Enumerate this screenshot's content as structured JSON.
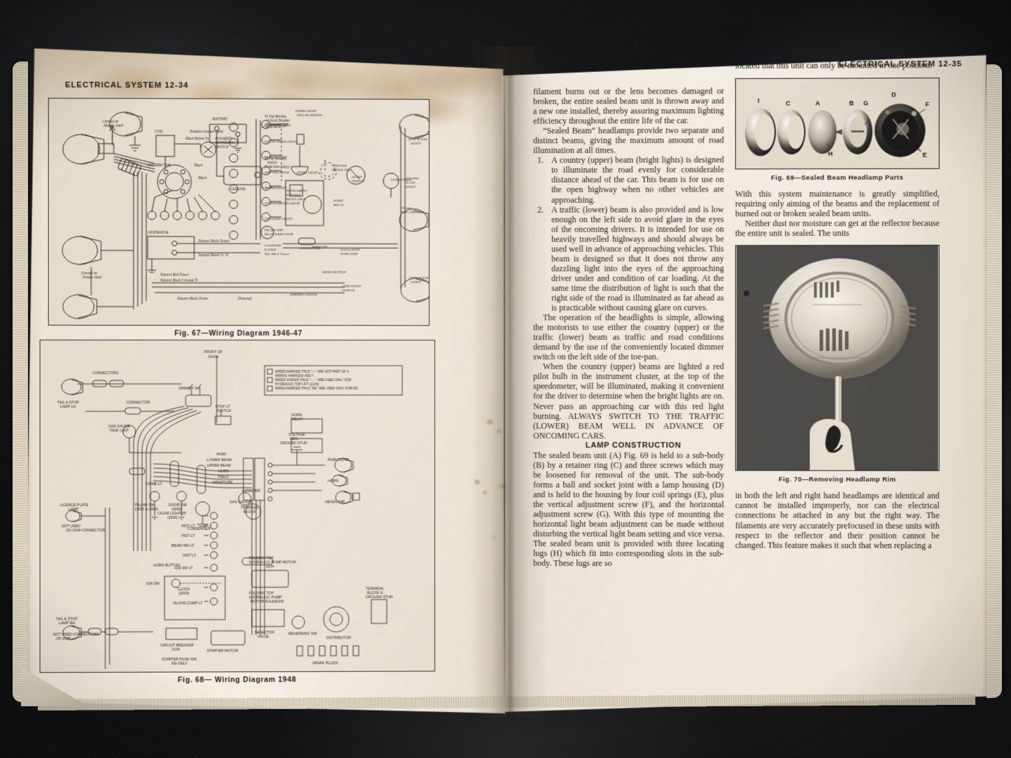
{
  "background": {
    "material": "dark-velvet-cloth",
    "color": "#0d0d0f"
  },
  "book": {
    "type": "vintage automotive service manual, open two-page spread",
    "paper_color": "#f2ece0",
    "ink_color": "#17150f"
  },
  "left_page": {
    "running_head": "ELECTRICAL SYSTEM 12-34",
    "figures": [
      {
        "caption": "Fig. 67—Wiring Diagram 1946-47",
        "kind": "wiring-diagram"
      },
      {
        "caption": "Fig. 68— Wiring Diagram 1948",
        "kind": "wiring-diagram"
      }
    ],
    "diagram_67_labels": [
      "Ground on Header Shell",
      "BATTERY",
      "To Top Raising Circuit Breaker (Cabriolet Only)",
      "STARTER",
      "Positive Ground Cable",
      "COIL",
      "Black Before Or",
      "POLARITY REVERSING SWITCH",
      "DISTRIBUTOR",
      "Black",
      "To Top Raising Switch (Cabriolet Only)",
      "GENERATOR",
      "Natural Black Tracer",
      "Natural Black Cr Tr",
      "Natural Red Tracer",
      "Natural Black Crossed Tr",
      "Natural Black Tracer (Natural)",
      "Ground on Fender Shell",
      "CIG. LIGHTER",
      "GLOVE DOOR LIGHT",
      "CLOCK LIGHT",
      "SHIFTER LIGHT",
      "RADIO LIGHT",
      "SPEEDOMETER LIGHT",
      "OIL LEVEL LIGHT",
      "HEADLAMP BEAM INDICATOR",
      "GASOLINE GAUGE",
      "DOME LIGHT PILLAR SWITCH",
      "DOME LIGHT",
      "INSTRUMENT VOLTAGE REGULATOR",
      "VOLTAGE REGULATOR",
      "HORN RELAY",
      "AMMETER",
      "LIGHT SWITCH",
      "GAS GAUGE TANK UNIT",
      "CONNECTOR",
      "CONDENSER",
      "HORN BUTTON",
      "STOP LIGHT SWITCH",
      "DIMMER SWITCH",
      "LICENSE PLATE LIGHT (Except Radio Delivery)",
      "STOP & TAIL LIGHT",
      "TAIL LIGHT"
    ],
    "diagram_68_labels": [
      "FRONT OF DASH",
      "DIMMER SW.",
      "CONNECTORS",
      "CONNECTOR",
      "TAIL & STOP LAMP LH",
      "GAS GAUGE TANK UNIT",
      "STOP LT SWITCH",
      "GROUND STUD",
      "PARK",
      "LOWER BEAM",
      "UPPER BEAM",
      "HORN",
      "FIELD",
      "ARMATURE",
      "HORN RELAY",
      "VOLTAGE REG.",
      "CONDENSER",
      "TERMINAL BLOCK",
      "LICENCE PLATE LAMP",
      "NOT USED ON 1508 CONNECTOR",
      "DOME LT",
      "PILLAR SW. (1500 & 2000)",
      "DOOR SW. (2000)",
      "GAS GAUGE",
      "AMMETER",
      "CIGAR LIGHTER (2000)",
      "INST LT",
      "BEAM IND LT",
      "HORN BUTTON",
      "IGN SW LT",
      "IGN SW",
      "CLOCK (2000)",
      "GLOVE COMP LT",
      "TAIL & STOP LAMP RH",
      "NOT USED CONNECTORS ON 1508",
      "CIRCUIT BREAKER 2134",
      "FOLDING TOP HYDRAULIC PUMP MOTOR 2134",
      "FOLDING TOP HYDRAULIC PUMP MOTOR SOLENOID",
      "SELECTOR VALVE",
      "REVERSING SW.",
      "DISTRIBUTOR",
      "STARTER MOTOR",
      "STARTER PUSH SW. RD ONLY",
      "TERMINAL BLOCK & GROUND STUD",
      "SPARK PLUGS"
    ],
    "diagram_68_legend": [
      "WIRES MARKED THUS \"—\" ARE NOT PART OF A WIRING HARNESS ASS'Y",
      "WIRES SHOWN THUS \"- - -\" ARE USED ONLY FOR HYDRAULIC TOP LIFT (2134)",
      "WIRES MARKED THUS \"RD\" ARE USED ONLY FOR RD."
    ]
  },
  "right_page": {
    "running_head": "ELECTRICAL SYSTEM 12-35",
    "column_left": {
      "para1": "filament burns out or the lens becomes damaged or broken, the entire sealed beam unit is thrown away and a new one installed, thereby assuring maximum lighting efficiency throughout the entire life of the car.",
      "para2": "“Sealed Beam” headlamps provide two separate and distinct beams, giving the maximum amount of road illumination at all times.",
      "list": [
        {
          "num": "1.",
          "text": "A country (upper) beam (bright lights) is designed to illuminate the road evenly for considerable distance ahead of the car. This beam is for use on the open highway when no other vehicles are approaching."
        },
        {
          "num": "2.",
          "text": "A traffic (lower) beam is also provided and is low enough on the left side to avoid glare in the eyes of the oncoming drivers. It is intended for use on heavily travelled highways and should always be used well in advance of approaching vehicles. This beam is designed so that it does not throw any dazzling light into the eyes of the approaching driver under and condition of car loading. At the same time the distribution of light is such that the right side of the road is illuminated as far ahead as is practicable without causing glare on curves."
        }
      ],
      "para3": "The operation of the headlights is simple, allowing the motorists to use either the country (upper) or the traffic (lower) beam as traffic and road conditions demand by the use of the conveniently located dimmer switch on the left side of the toe-pan.",
      "para4_start": "When the country (upper) beams are lighted a red pilot bulb in the instrument cluster, at the top of the speedometer, will be illuminated, making it convenient for the driver to determine when the bright lights are on. Never pass an approaching car with this red light burning. ",
      "para4_caps": "ALWAYS SWITCH TO THE TRAFFIC (LOWER) BEAM WELL IN ADVANCE OF ONCOMING CARS.",
      "section_heading": "LAMP CONSTRUCTION",
      "para5": "The sealed beam unit (A) Fig. 69 is held to a sub-body (B) by a retainer ring (C) and three screws which may be loosened for removal of the unit. The sub-body forms a ball and socket joint with a lamp housing (D) and is held to the housing by four coil springs (E), plus the vertical adjustment screw (F), and the horizontal adjustment screw (G). With this type of mounting the horizontal light beam adjustment can be made without disturbing the vertical light beam setting and vice versa. The sealed beam unit is provided with three locating lugs (H) which fit into corresponding slots in the sub-body. These lugs are so"
    },
    "column_right": {
      "para1": "located that this unit can only be mounted in one position.",
      "fig69_caption": "Fig. 69—Sealed Beam Headlamp Parts",
      "fig69_callouts": [
        "I",
        "C",
        "A",
        "B",
        "G",
        "D",
        "F",
        "E",
        "H"
      ],
      "para2": "With this system maintenance is greatly simplified, requiring only aiming of the beams and the replacement of burned out or broken sealed beam units.",
      "para3": "Neither dust nor moisture can get at the reflector because the entire unit is sealed. The units",
      "fig70_caption": "Fig. 70—Removing Headlamp Rim",
      "para4": "in both the left and right hand headlamps are identical and cannot be installed improperly, nor can the electrical connections be attached in any but the right way. The filaments are very accurately prefocused in these units with respect to the reflector and their position cannot be changed. This feature makes it such that when replacing a"
    }
  }
}
